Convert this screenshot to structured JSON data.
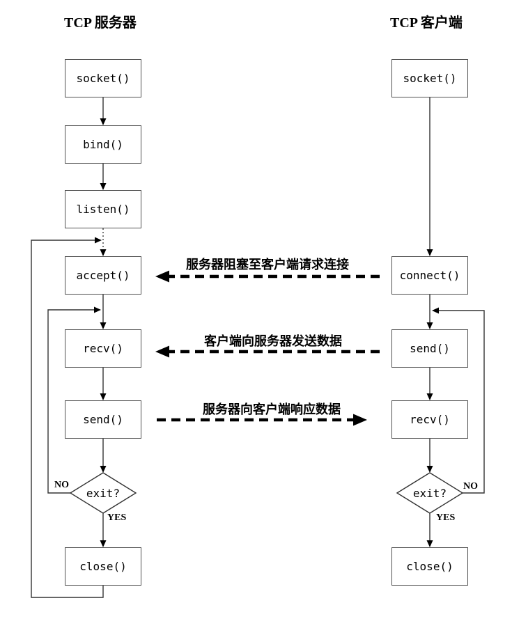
{
  "server": {
    "title": "TCP 服务器",
    "socket": "socket()",
    "bind": "bind()",
    "listen": "listen()",
    "accept": "accept()",
    "recv": "recv()",
    "send": "send()",
    "exit": "exit?",
    "close": "close()",
    "no": "NO",
    "yes": "YES"
  },
  "client": {
    "title": "TCP 客户端",
    "socket": "socket()",
    "connect": "connect()",
    "send": "send()",
    "recv": "recv()",
    "exit": "exit?",
    "close": "close()",
    "no": "NO",
    "yes": "YES"
  },
  "messages": {
    "blocking": "服务器阻塞至客户端请求连接",
    "client_send": "客户端向服务器发送数据",
    "server_response": "服务器向客户端响应数据"
  },
  "colors": {
    "line": "#333333",
    "arrowhead": "#000000",
    "dashed_arrow": "#000000",
    "box_border": "#4f4f4f",
    "text": "#000000",
    "background": "#ffffff"
  }
}
